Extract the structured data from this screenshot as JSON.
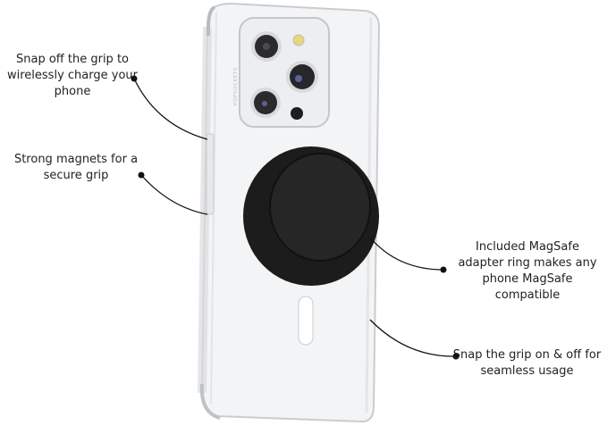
{
  "brand_logo_text": "POPSOCKETS",
  "callouts": [
    {
      "text": "Snap off the grip to wirelessly charge your phone"
    },
    {
      "text": "Strong magnets for a secure grip"
    },
    {
      "text": "Included MagSafe adapter ring makes any phone MagSafe compatible"
    },
    {
      "text": "Snap the grip on & off for seamless usage"
    }
  ],
  "colors": {
    "grip": "#1c1c1c",
    "case": "#f2f3f4",
    "text": "#222222"
  }
}
